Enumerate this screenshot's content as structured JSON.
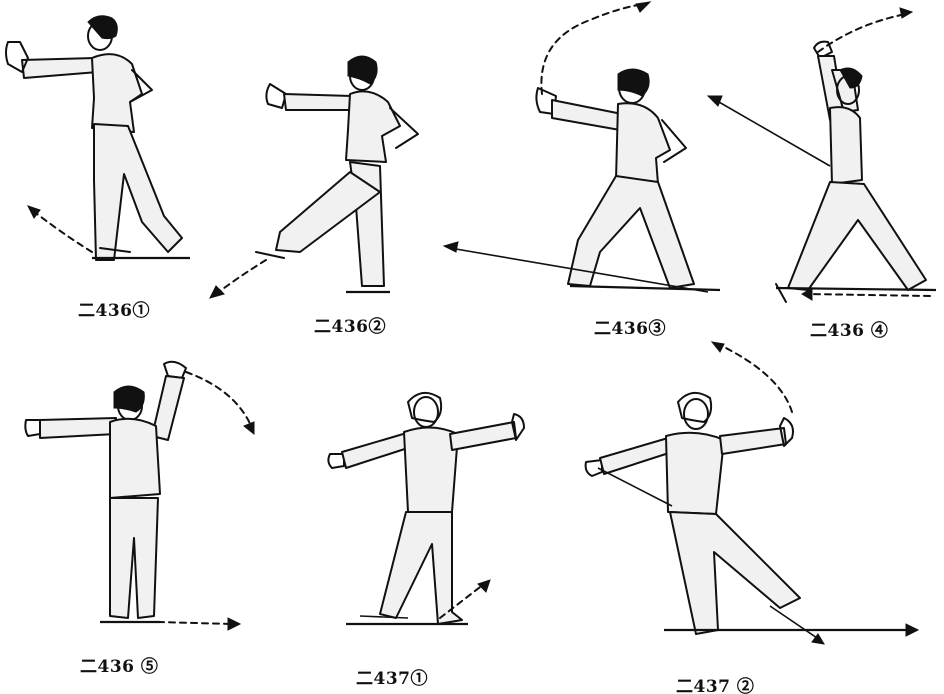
{
  "figures": [
    {
      "id": "436-1",
      "caption": "二436①",
      "pose": "palm-forward-kick-back"
    },
    {
      "id": "436-2",
      "caption": "二436②",
      "pose": "leg-raised-side"
    },
    {
      "id": "436-3",
      "caption": "二436③",
      "pose": "bow-stance-palm"
    },
    {
      "id": "436-4",
      "caption": "二436 ④",
      "pose": "arms-overhead-lunge"
    },
    {
      "id": "436-5",
      "caption": "二436 ⑤",
      "pose": "standing-arms-open"
    },
    {
      "id": "437-1",
      "caption": "二437①",
      "pose": "side-step-arms-open"
    },
    {
      "id": "437-2",
      "caption": "二437 ②",
      "pose": "wide-stance-arms-open"
    }
  ]
}
